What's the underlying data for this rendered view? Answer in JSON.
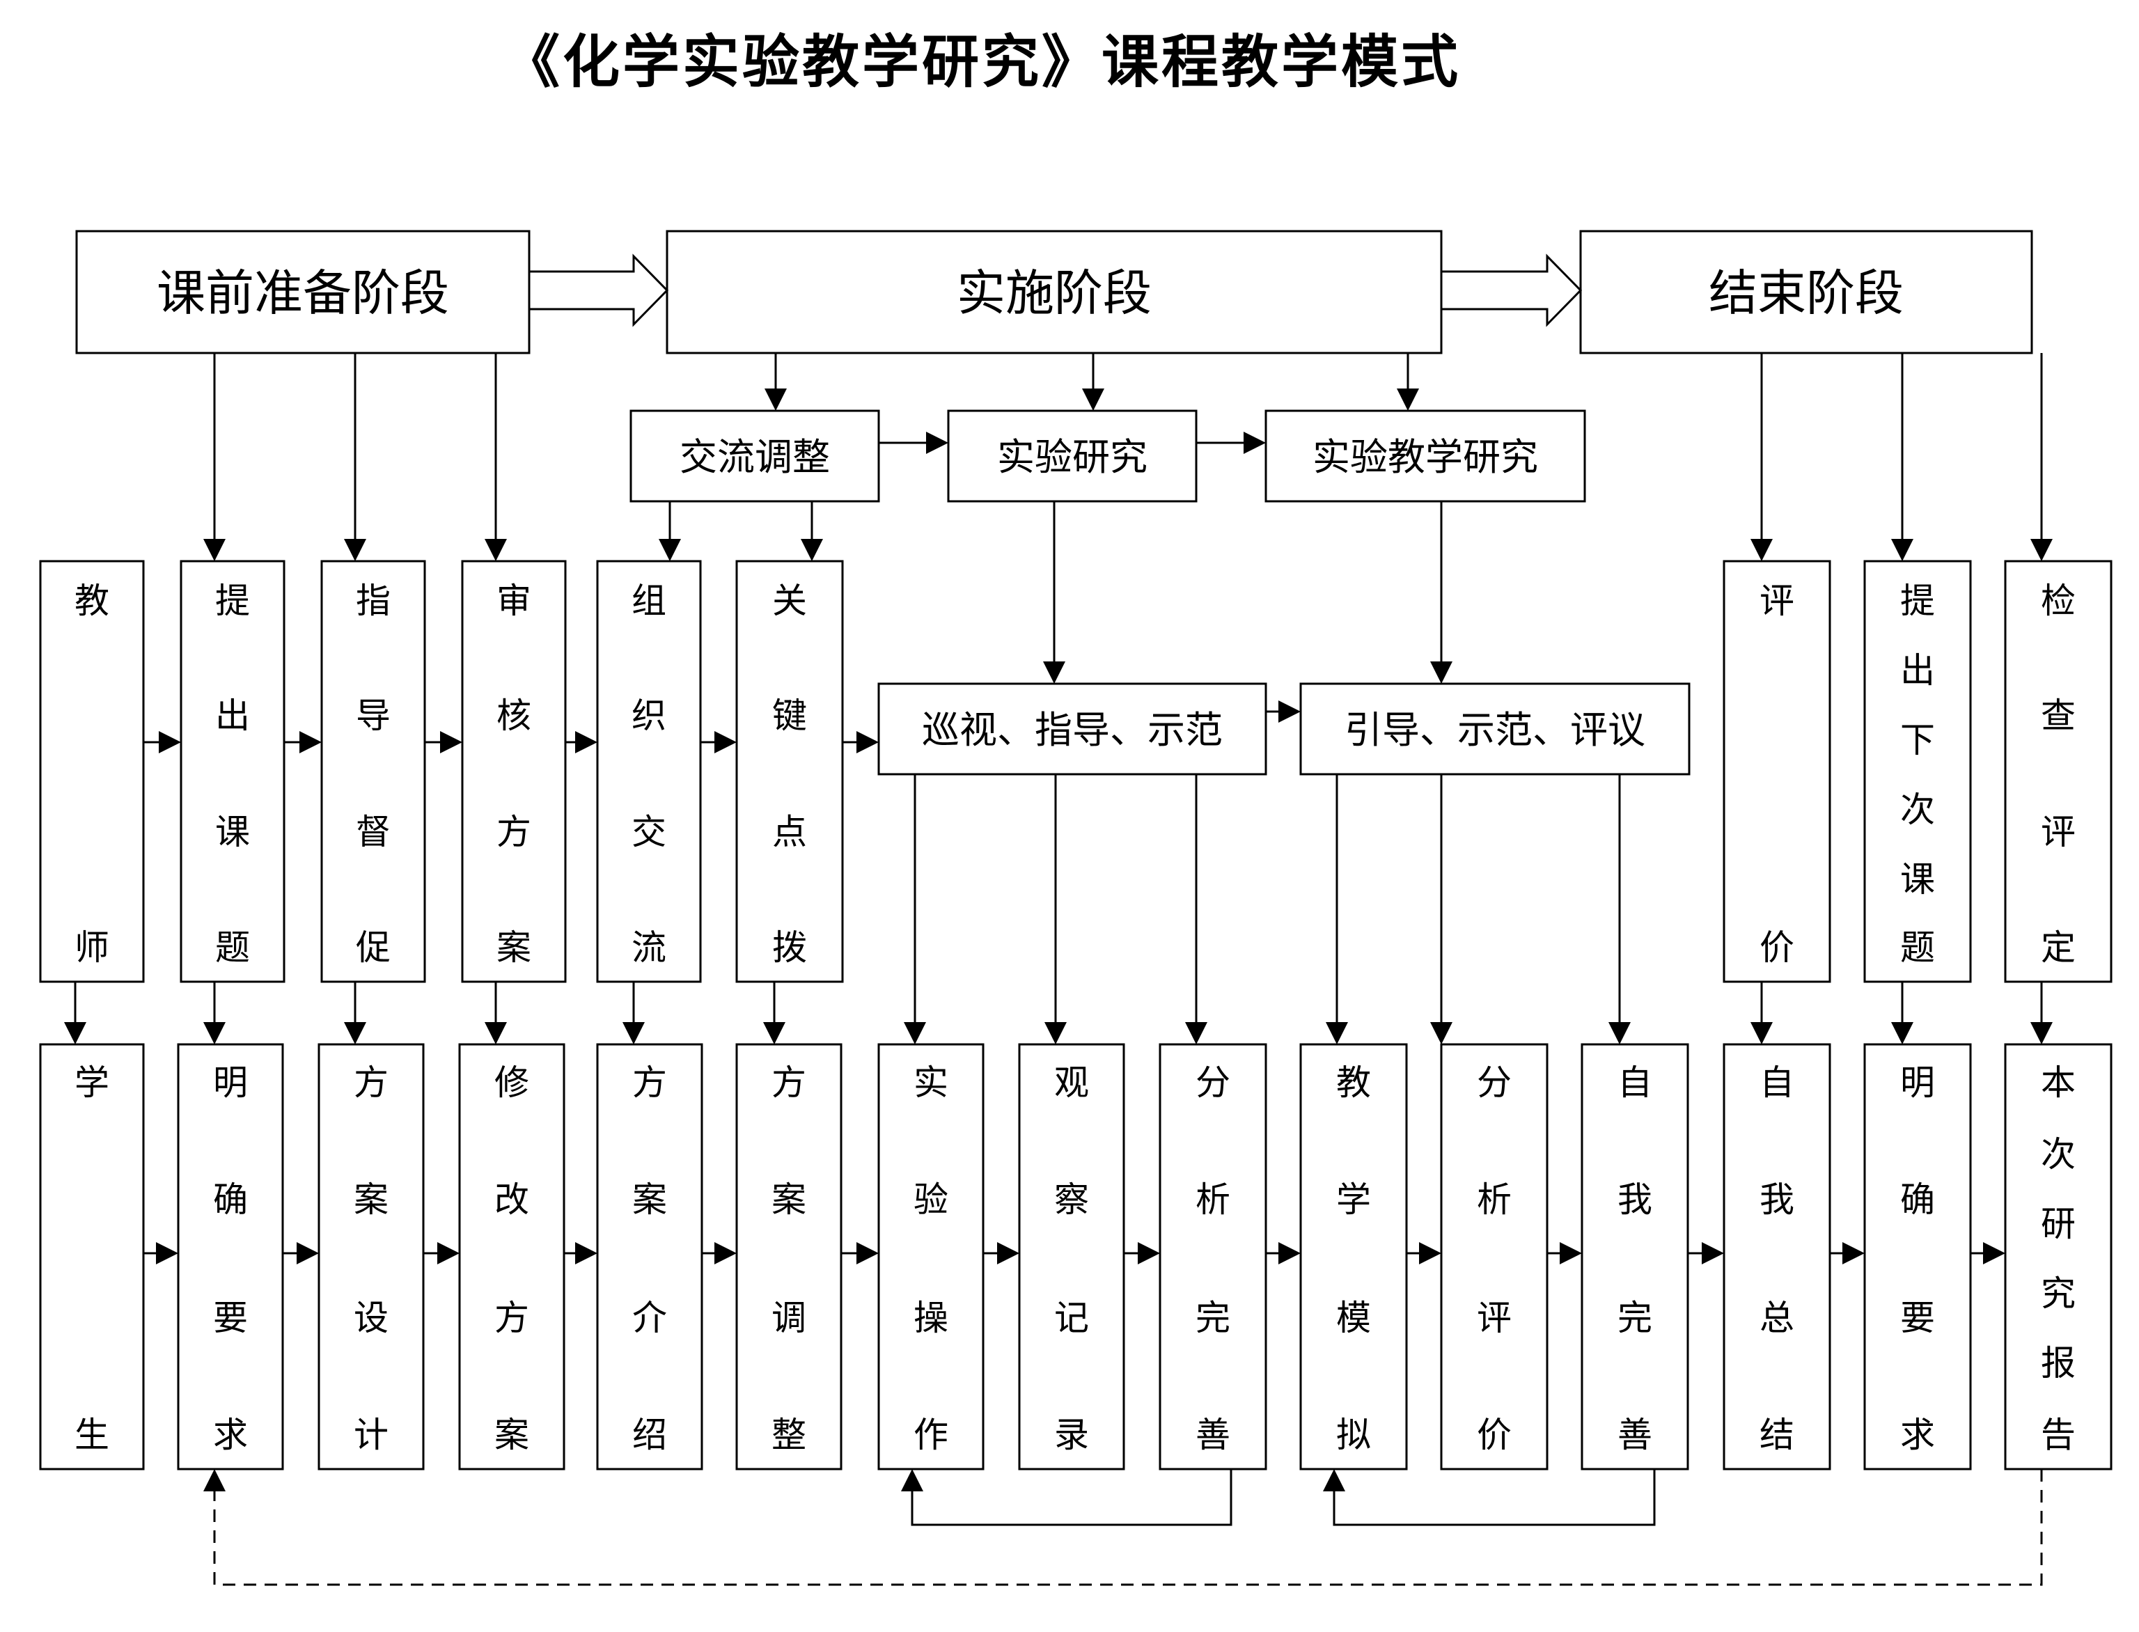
{
  "title": "《化学实验教学研究》课程教学模式",
  "stages": {
    "pre": "课前准备阶段",
    "impl": "实施阶段",
    "end": "结束阶段"
  },
  "mid_boxes": {
    "exchange": "交流调整",
    "exp_research": "实验研究",
    "teach_research": "实验教学研究",
    "patrol": "巡视、指导、示范",
    "guide": "引导、示范、评议"
  },
  "row1": [
    "教师",
    "提出课题",
    "指导督促",
    "审核方案",
    "组织交流",
    "关键点拨",
    "评价",
    "提出下次课题",
    "检查评定"
  ],
  "row2": [
    "学生",
    "明确要求",
    "方案设计",
    "修改方案",
    "方案介绍",
    "方案调整",
    "实验操作",
    "观察记录",
    "分析完善",
    "教学模拟",
    "分析评价",
    "自我完善",
    "自我总结",
    "明确要求",
    "本次研究报告"
  ]
}
